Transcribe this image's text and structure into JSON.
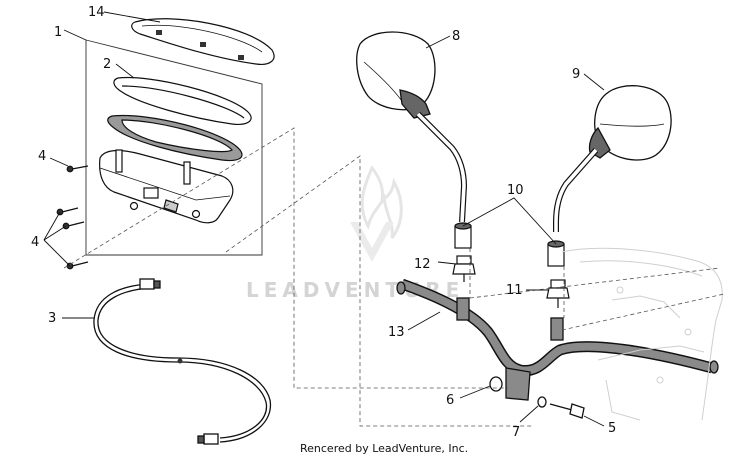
{
  "callouts": [
    "14",
    "1",
    "2",
    "4",
    "4",
    "3",
    "8",
    "9",
    "10",
    "12",
    "11",
    "13",
    "6",
    "7",
    "5"
  ],
  "watermark": {
    "text": "LEADVENTURE",
    "logo_icon": "leadventure-flame-logo"
  },
  "caption": "Rencered by LeadVenture, Inc.",
  "colors": {
    "line": "#111111",
    "leader_dash": "#555555",
    "watermark": "#d4d4d4",
    "part_fill": "#8a8a8a"
  }
}
